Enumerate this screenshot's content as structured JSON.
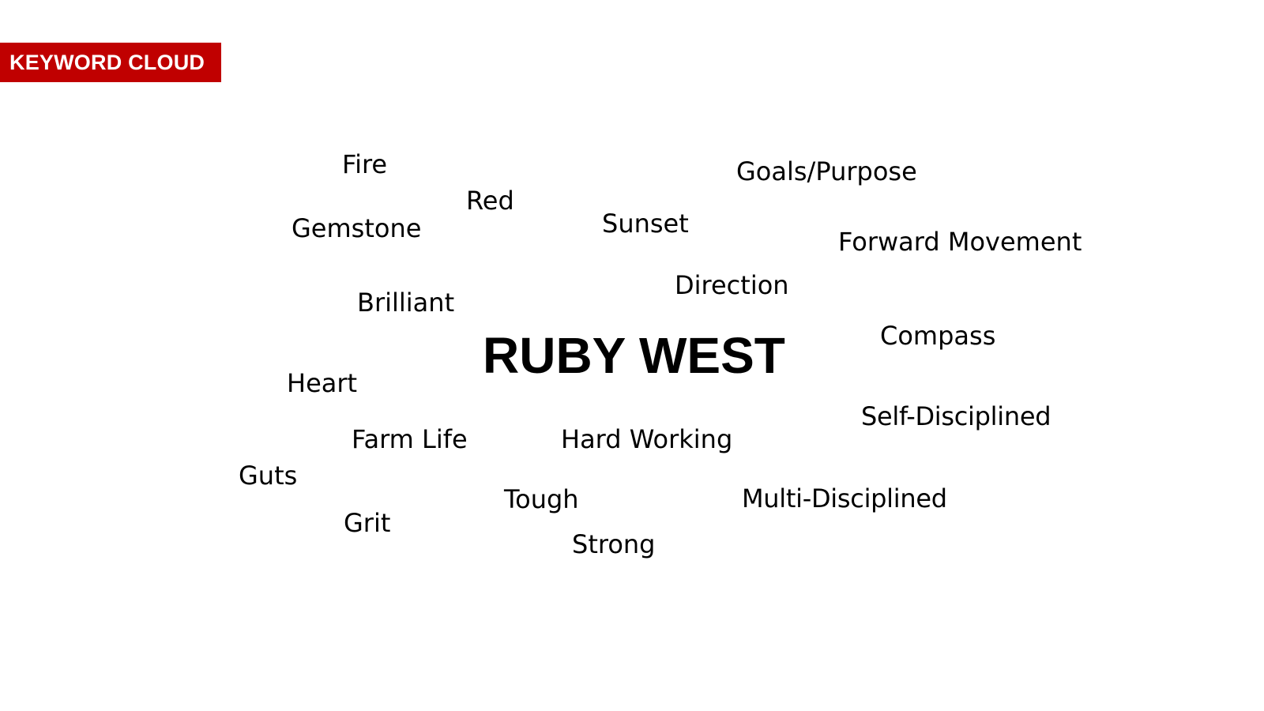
{
  "tag": {
    "label": "KEYWORD CLOUD",
    "background": "#c00000",
    "color": "#ffffff"
  },
  "center": {
    "title": "RUBY WEST"
  },
  "keywords": [
    "Fire",
    "Red",
    "Gemstone",
    "Sunset",
    "Goals/Purpose",
    "Forward Movement",
    "Direction",
    "Brilliant",
    "Compass",
    "Heart",
    "Self-Disciplined",
    "Farm Life",
    "Hard Working",
    "Guts",
    "Tough",
    "Multi-Disciplined",
    "Grit",
    "Strong"
  ]
}
